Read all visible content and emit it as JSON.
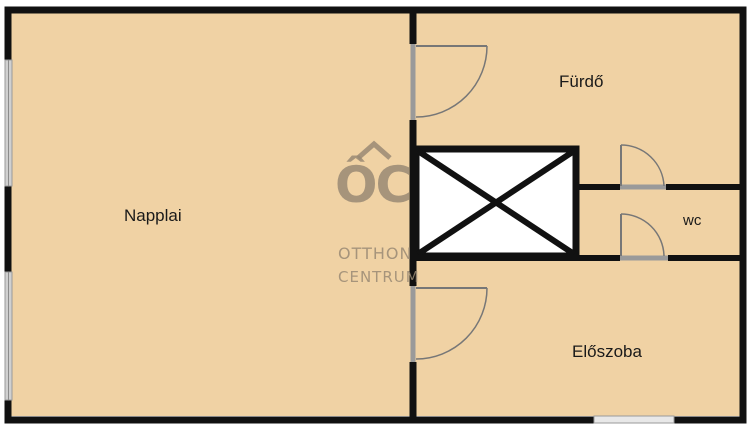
{
  "plan": {
    "rooms": [
      {
        "id": "napplai",
        "label": "Napplai"
      },
      {
        "id": "furdo",
        "label": "Fürdő"
      },
      {
        "id": "wc",
        "label": "wc"
      },
      {
        "id": "eloszoba",
        "label": "Előszoba"
      }
    ],
    "colors": {
      "floor": "#f0d2a4",
      "wall": "#111111",
      "door": "#8a8a8a",
      "window": "#c8c8c8",
      "shaft_fill": "#ffffff"
    }
  },
  "watermark": {
    "logo_text": "ÔC",
    "line1": "OTTHON",
    "line2": "CENTRUM",
    "color": "#9a8a74"
  }
}
